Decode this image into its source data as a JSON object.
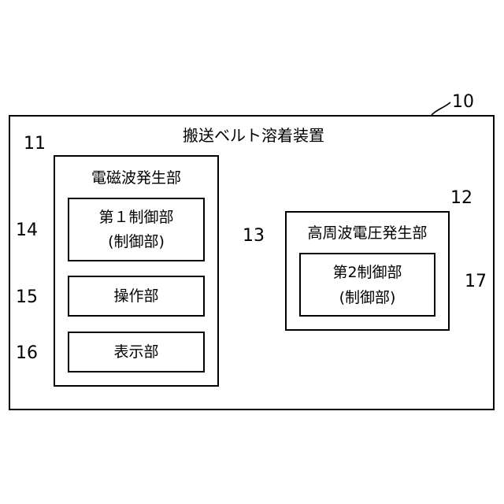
{
  "apparatus": {
    "title": "搬送ベルト溶着装置",
    "ref": "10"
  },
  "em_generator": {
    "title": "電磁波発生部",
    "ref": "11",
    "control1": {
      "line1": "第１制御部",
      "line2": "(制御部)",
      "ref": "14"
    },
    "operation": {
      "label": "操作部",
      "ref": "15"
    },
    "display": {
      "label": "表示部",
      "ref": "16"
    }
  },
  "hf_generator": {
    "title": "高周波電圧発生部",
    "ref": "12",
    "control2": {
      "line1": "第2制御部",
      "line2": "(制御部)",
      "ref": "17"
    }
  },
  "connection": {
    "ref": "13"
  }
}
